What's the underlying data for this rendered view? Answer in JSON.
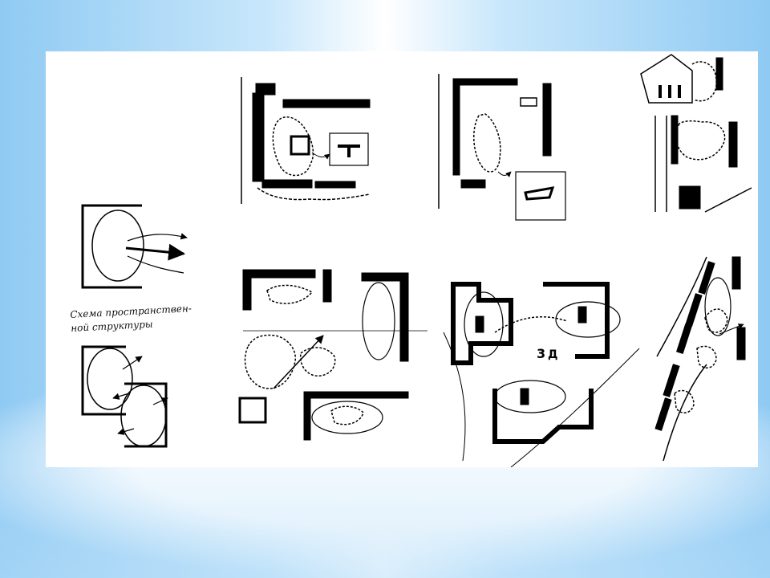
{
  "slide": {
    "background_colors": [
      "#8fcaf3",
      "#ffffff"
    ]
  },
  "figure": {
    "caption_lines": [
      "Схема пространствен-",
      "ной структуры"
    ],
    "panel_labels": [
      "3",
      "Д"
    ],
    "ink_color": "#000000",
    "paper_color": "#ffffff"
  }
}
